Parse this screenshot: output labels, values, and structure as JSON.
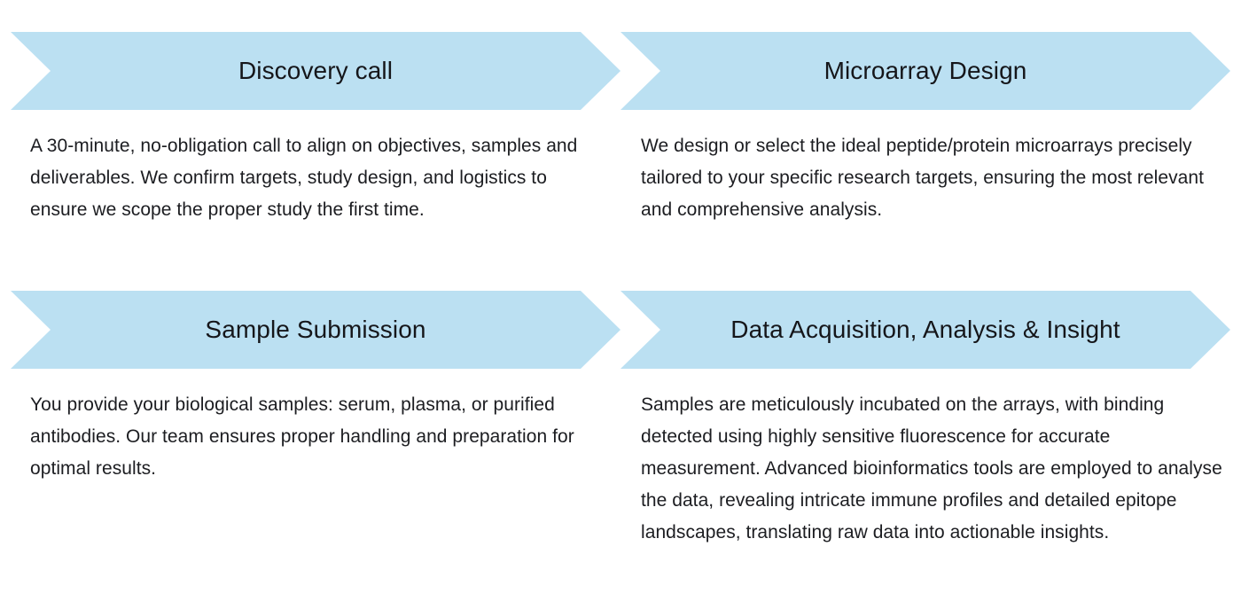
{
  "theme": {
    "banner_fill": "#bbe0f2",
    "banner_text": "#15161a",
    "body_text": "#1c1d21",
    "page_background": "#ffffff"
  },
  "steps": [
    {
      "id": "discovery-call",
      "title": "Discovery call",
      "body": "A 30-minute, no-obligation call to align on objectives, samples and deliverables. We confirm targets, study design, and logistics to ensure we scope the proper study the first time."
    },
    {
      "id": "microarray-design",
      "title": "Microarray Design",
      "body": "We design or select the ideal peptide/protein microarrays precisely tailored to your specific research targets, ensuring the most relevant and comprehensive analysis."
    },
    {
      "id": "sample-submission",
      "title": "Sample Submission",
      "body": "You provide your biological samples: serum, plasma, or purified antibodies. Our team ensures proper handling and preparation for optimal results."
    },
    {
      "id": "data-acquisition-analysis-insight",
      "title": "Data Acquisition, Analysis & Insight",
      "body": "Samples are meticulously incubated on the arrays, with binding detected using highly sensitive fluorescence for accurate measurement. Advanced bioinformatics tools are employed to analyse the data, revealing intricate immune profiles and detailed epitope landscapes, translating raw data into actionable insights."
    }
  ]
}
